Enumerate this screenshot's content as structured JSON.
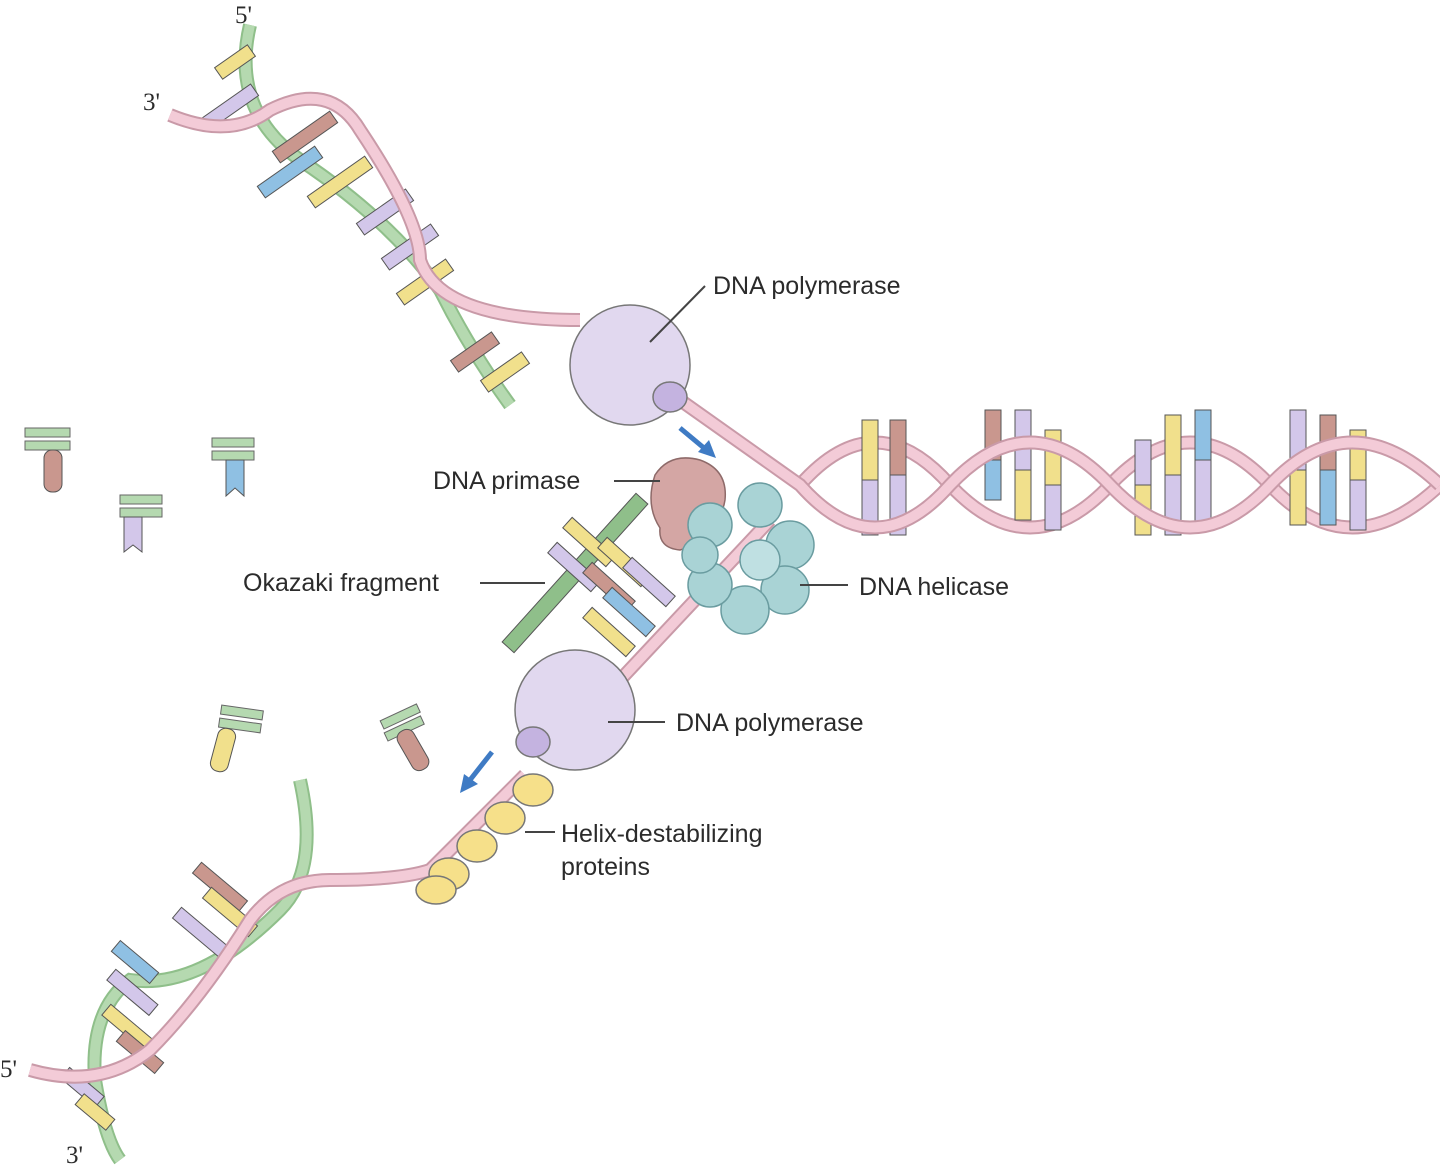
{
  "labels": {
    "dna_polymerase_top": "DNA polymerase",
    "dna_primase": "DNA primase",
    "okazaki_fragment": "Okazaki fragment",
    "dna_helicase": "DNA helicase",
    "dna_polymerase_bottom": "DNA polymerase",
    "helix_destabilizing_line1": "Helix-destabilizing",
    "helix_destabilizing_line2": "proteins"
  },
  "strand_ends": {
    "top_5": "5'",
    "top_3": "3'",
    "bottom_5": "5'",
    "bottom_3": "3'"
  },
  "colors": {
    "backbone_pink": "#f3cbd7",
    "backbone_green": "#b5d9b0",
    "base_yellow": "#f1e08c",
    "base_lilac": "#d3c7ea",
    "base_blue": "#8fc0e3",
    "base_brown": "#c9978e",
    "polymerase": "#e1d8ef",
    "helicase": "#a9d3d5",
    "primase": "#d4a6a4",
    "ssb_proteins": "#f6e08a",
    "arrow": "#3f7bc4"
  }
}
